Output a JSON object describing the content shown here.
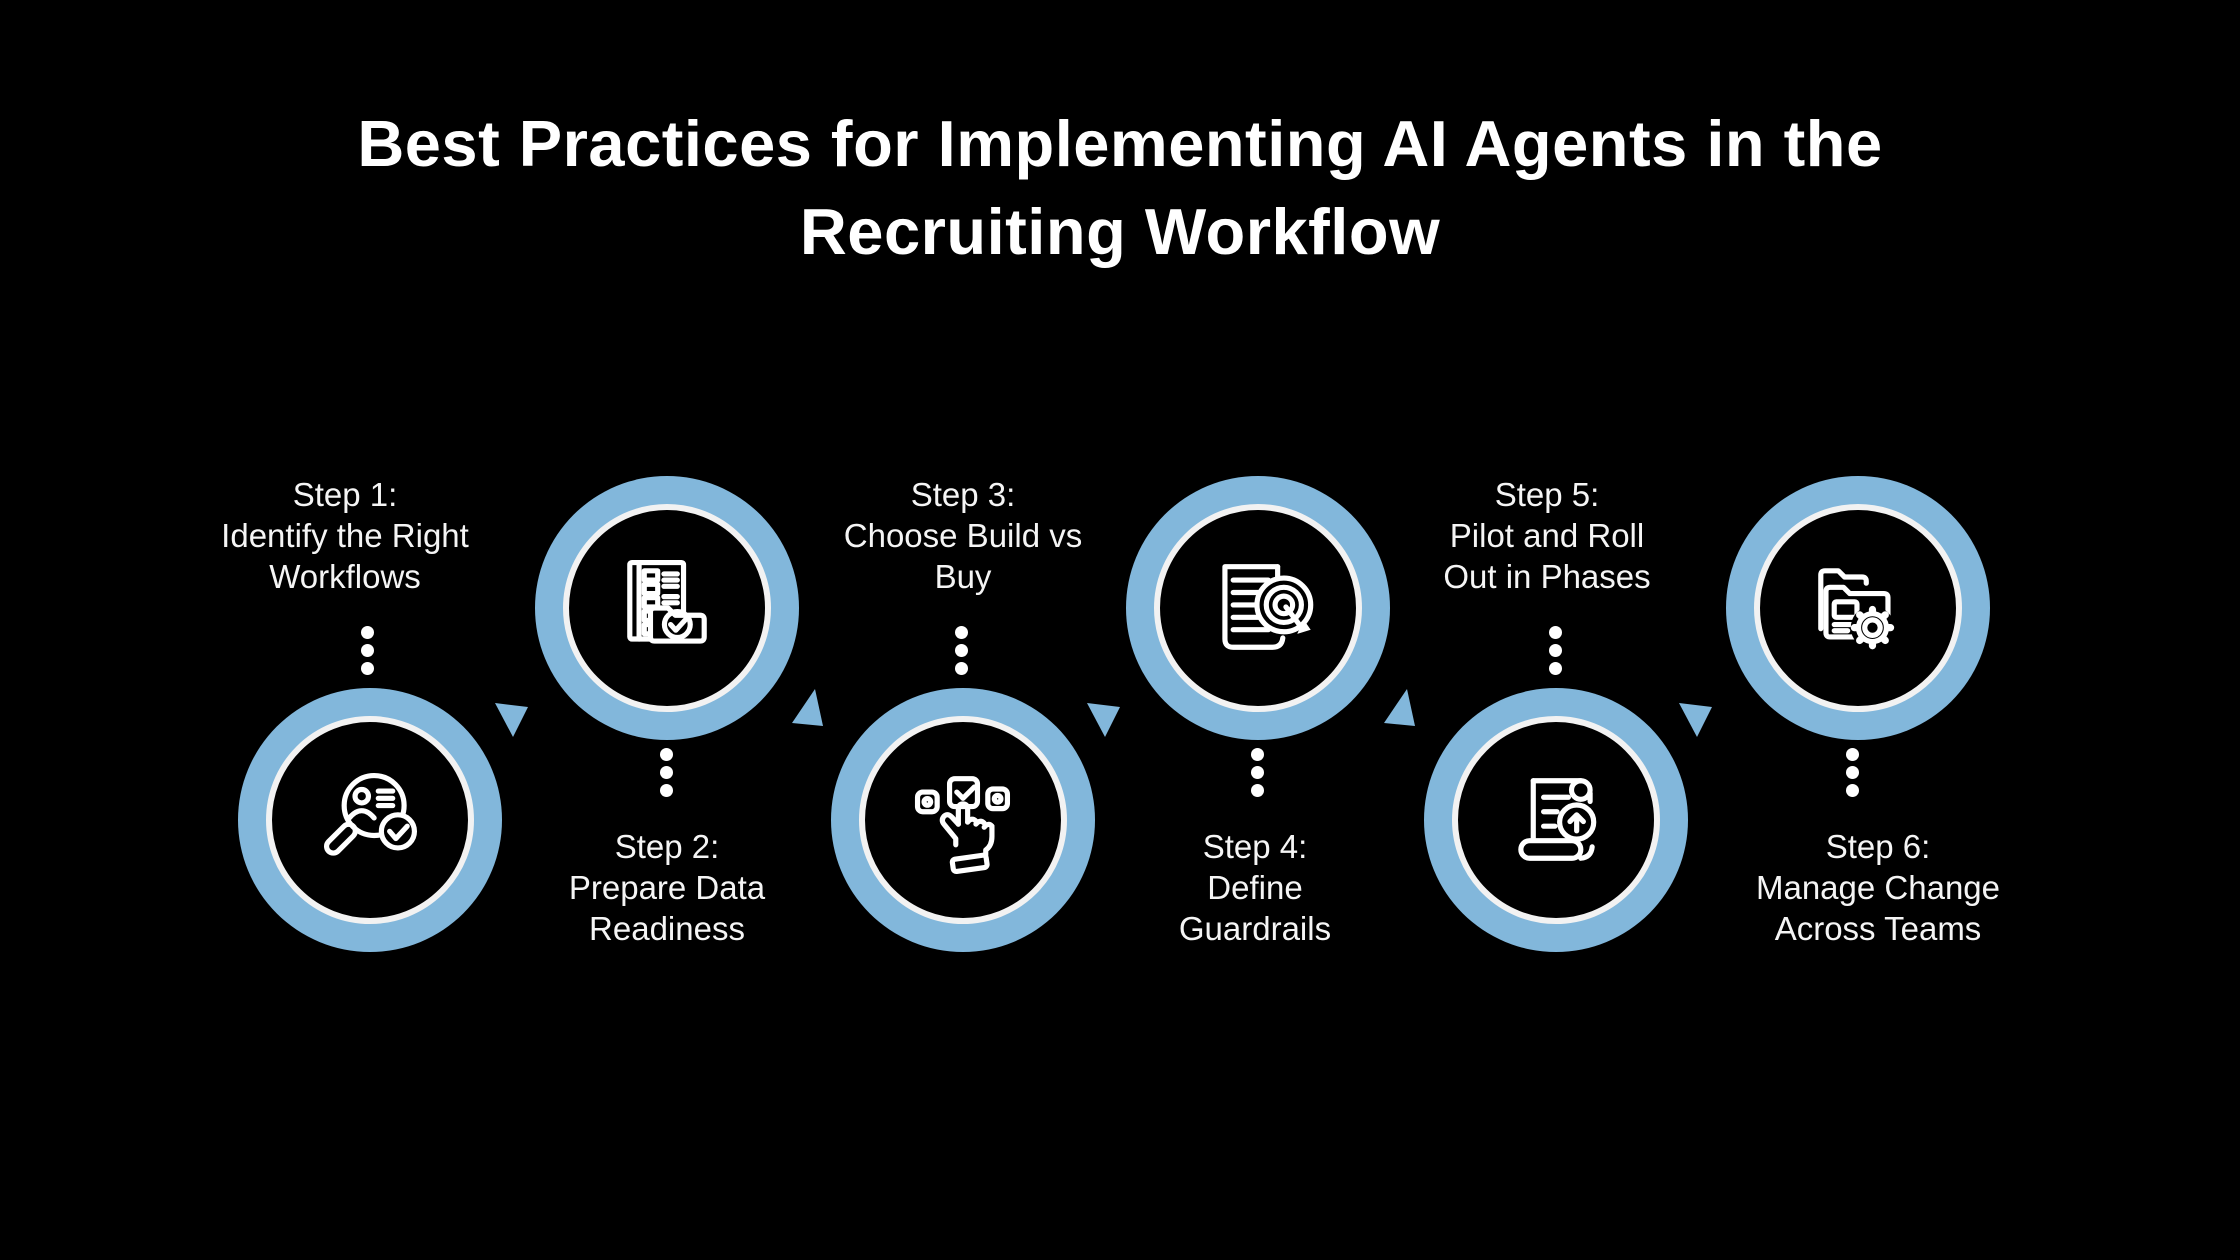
{
  "title": {
    "line1": "Best Practices for Implementing AI Agents in the",
    "line2": "Recruiting Workflow"
  },
  "steps": [
    {
      "lines": [
        "Step 1:",
        "Identify the Right",
        "Workflows"
      ],
      "icon": "candidate-search-magnifier"
    },
    {
      "lines": [
        "Step 2:",
        "Prepare Data",
        "Readiness"
      ],
      "icon": "checklist-ledger-folder-check"
    },
    {
      "lines": [
        "Step 3:",
        "Choose Build vs",
        "Buy"
      ],
      "icon": "hand-selecting-checkbox"
    },
    {
      "lines": [
        "Step 4:",
        "Define",
        "Guardrails"
      ],
      "icon": "document-with-target-dart"
    },
    {
      "lines": [
        "Step 5:",
        "Pilot and Roll",
        "Out in Phases"
      ],
      "icon": "scroll-with-up-arrow"
    },
    {
      "lines": [
        "Step 6:",
        "Manage Change",
        "Across Teams"
      ],
      "icon": "folders-with-gear"
    }
  ],
  "colors": {
    "background": "#000000",
    "ring_blue": "#82b7db",
    "ring_white": "#f2f2f2",
    "circle_fill": "#000000",
    "text": "#ffffff",
    "icon_stroke": "#ffffff",
    "arrow_blue": "#82b7db",
    "dots": "#ffffff"
  }
}
